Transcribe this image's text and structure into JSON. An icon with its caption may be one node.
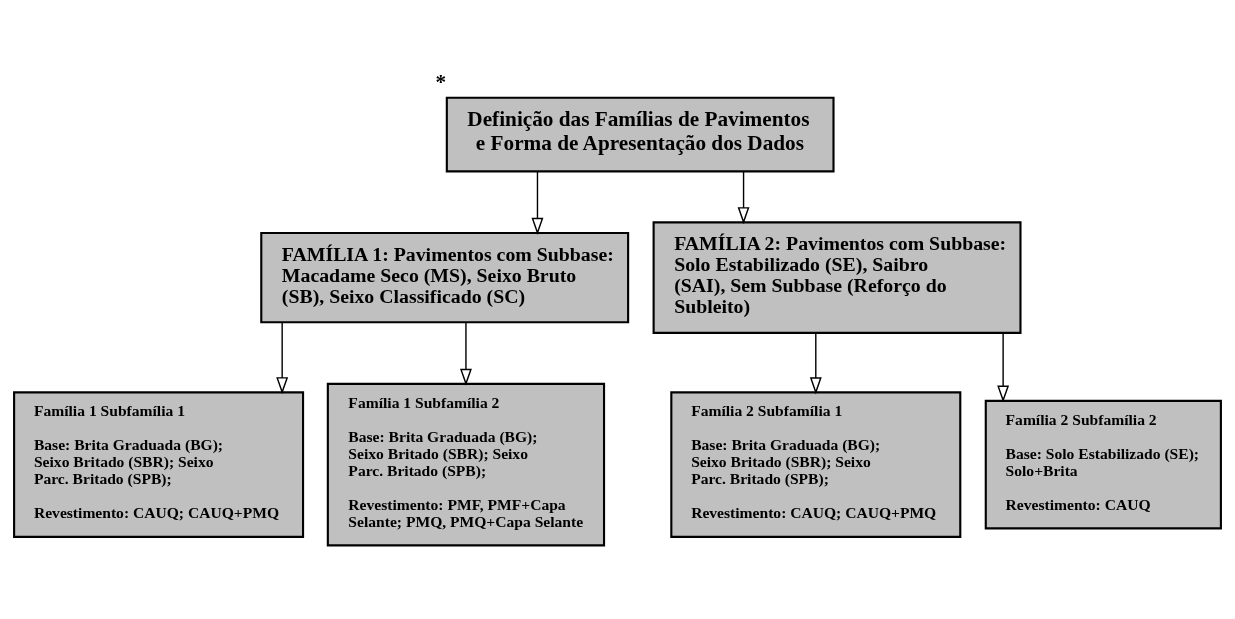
{
  "diagram": {
    "nodes": [
      {
        "text": [
          "Definição das Famílias de Pavimentos e Forma de Apresentação dos Dados"
        ],
        "beside": [
          "*"
        ]
      },
      {
        "text": [
          "FAMÍLIA 1: Pavimentos com Subbase: Macadame Seco (MS), Seixo Bruto (SB), Seixo Classificado (SC)"
        ]
      },
      {
        "text": [
          "FAMÍLIA 2: Pavimentos com Subbase: Solo Estabilizado (SE), Saibro (SAI), Sem Subbase (Reforço do Subleito)"
        ]
      },
      {
        "text": [
          "Família 1 Subfamília 1",
          "Base: Brita Graduada (BG); Seixo Britado (SBR); Seixo Parc. Britado (SPB);",
          "Revestimento: CAUQ; CAUQ+PMQ"
        ]
      },
      {
        "text": [
          "Família 1 Subfamília 2",
          "Base: Brita Graduada (BG); Seixo Britado (SBR); Seixo Parc. Britado (SPB);",
          "Revestimento: PMF, PMF+Capa Selante; PMQ, PMQ+Capa Selante"
        ]
      },
      {
        "text": [
          "Família 2 Subfamília 1",
          "Base: Brita Graduada (BG); Seixo Britado (SBR); Seixo Parc. Britado (SPB);",
          "Revestimento: CAUQ; CAUQ+PMQ"
        ]
      },
      {
        "text": [
          "Família 2 Subfamília 2",
          "Base: Solo Estabilizado (SE); Solo+Brita",
          "Revestimento: CAUQ"
        ]
      }
    ],
    "edges": [
      {
        "from": 0,
        "to": 1,
        "arrow": "to"
      },
      {
        "from": 0,
        "to": 2,
        "arrow": "to"
      },
      {
        "from": 1,
        "to": 3,
        "arrow": "to"
      },
      {
        "from": 1,
        "to": 4,
        "arrow": "to"
      },
      {
        "from": 2,
        "to": 5,
        "arrow": "to"
      },
      {
        "from": 2,
        "to": 6,
        "arrow": "to"
      }
    ]
  }
}
